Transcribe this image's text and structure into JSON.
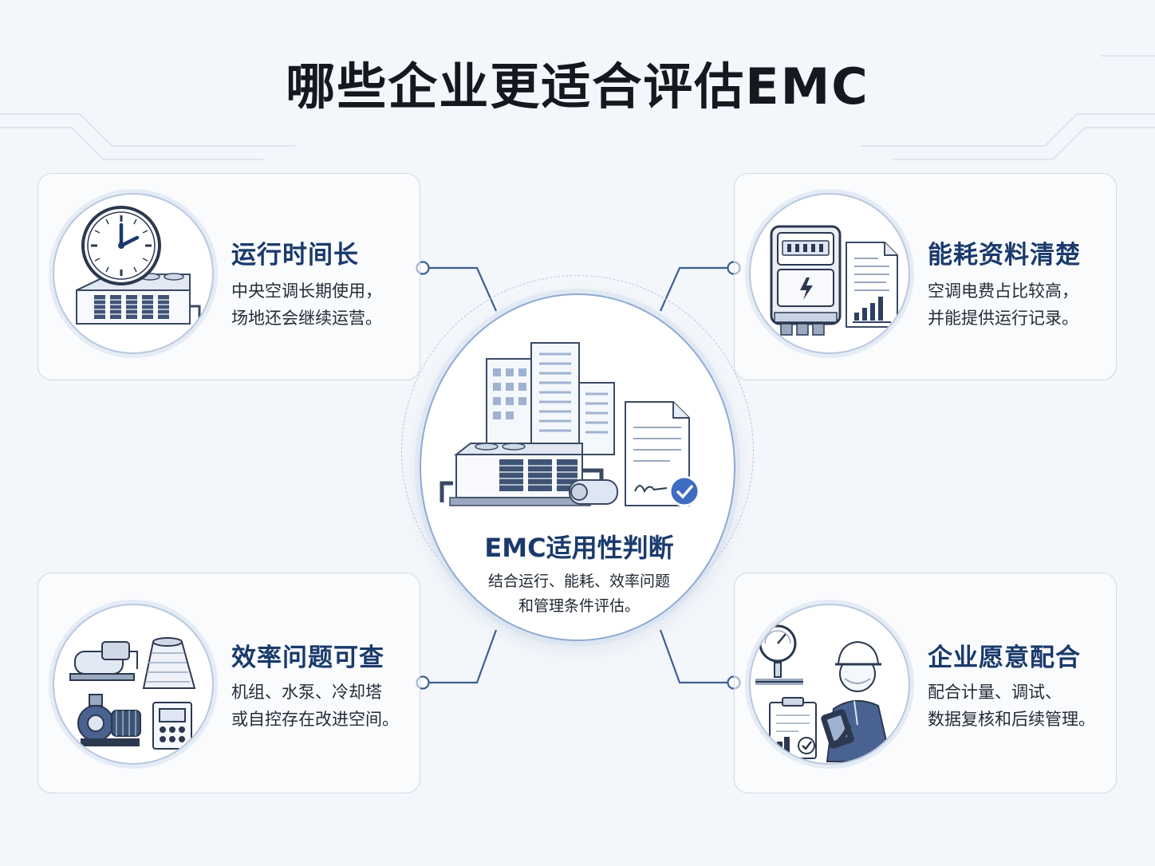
{
  "title": "哪些企业更适合评估EMC",
  "center": {
    "title": "EMC适用性判断",
    "desc_line1": "结合运行、能耗、效率问题",
    "desc_line2": "和管理条件评估。",
    "icon": "buildings-chiller-contract-icon"
  },
  "cards": [
    {
      "title": "运行时间长",
      "line1": "中央空调长期使用，",
      "line2": "场地还会继续运营。",
      "icon": "clock-chiller-icon"
    },
    {
      "title": "能耗资料清楚",
      "line1": "空调电费占比较高，",
      "line2": "并能提供运行记录。",
      "icon": "electric-meter-report-icon"
    },
    {
      "title": "效率问题可查",
      "line1": "机组、水泵、冷却塔",
      "line2": "或自控存在改进空间。",
      "icon": "pump-tower-controller-icon"
    },
    {
      "title": "企业愿意配合",
      "line1": "配合计量、调试、",
      "line2": "数据复核和后续管理。",
      "icon": "engineer-gauge-checklist-icon"
    }
  ],
  "colors": {
    "accent": "#1a3a6c",
    "line": "#3d5f91",
    "background": "#f3f6fa"
  }
}
